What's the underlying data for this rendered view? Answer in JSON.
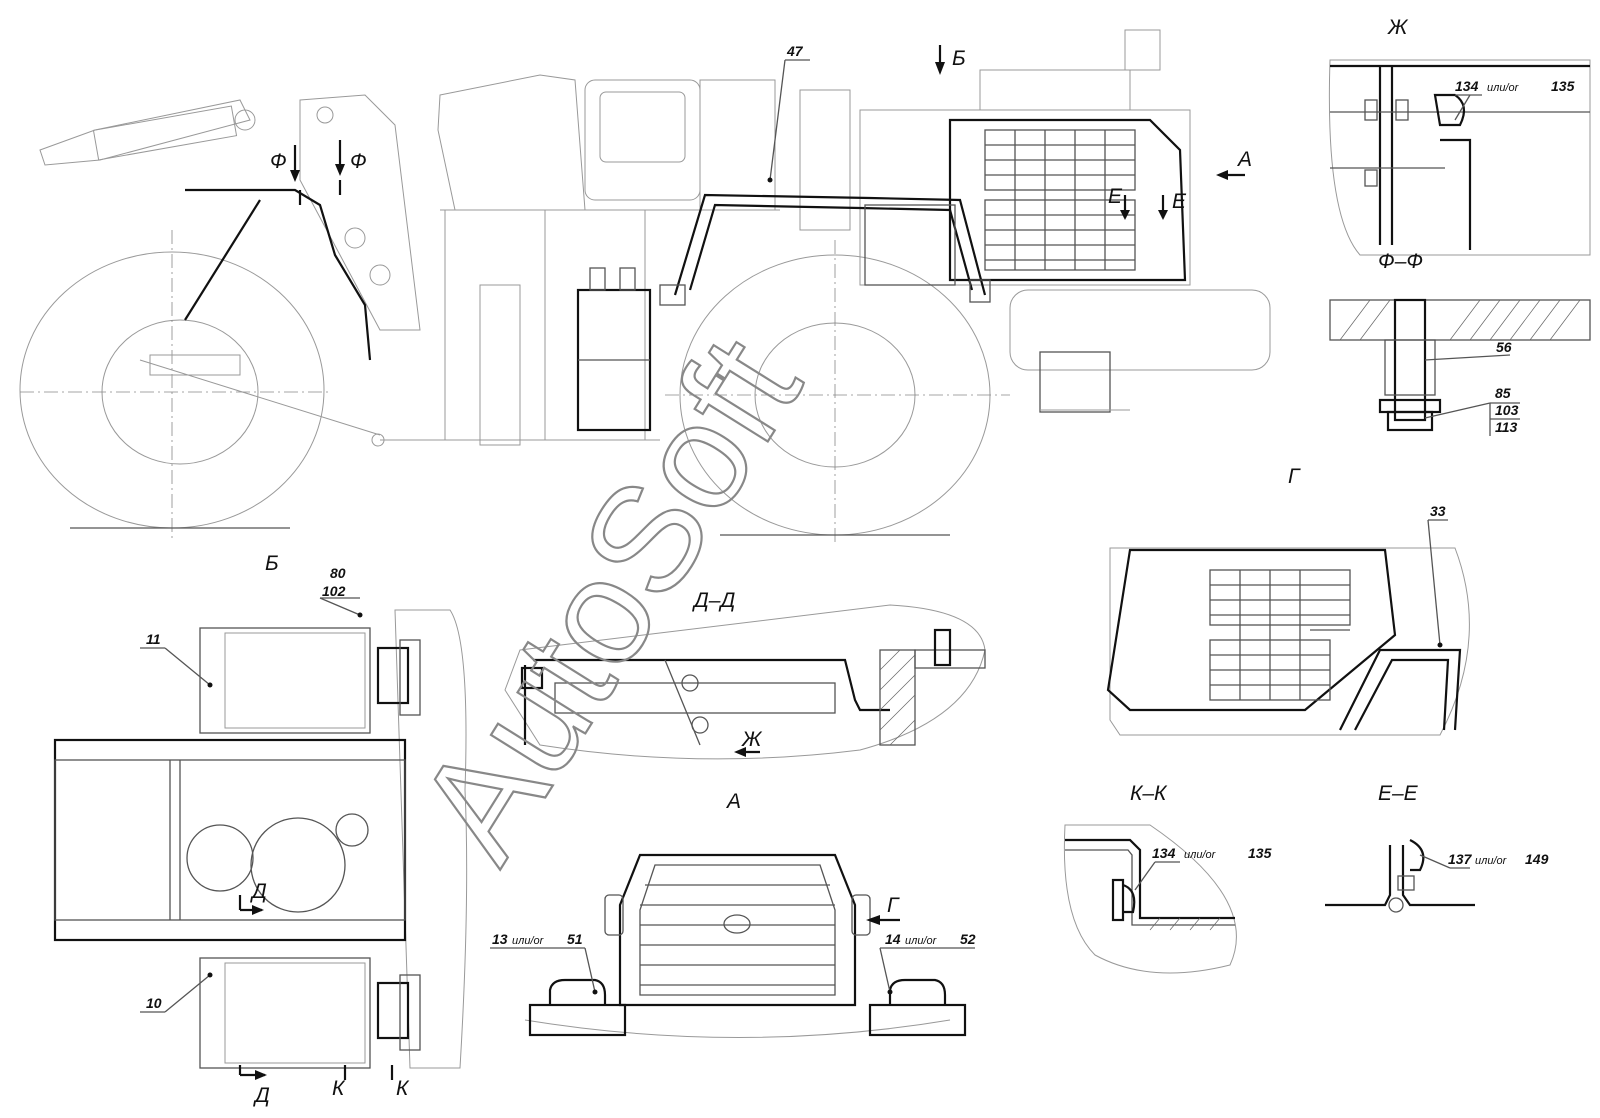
{
  "watermark": "AutoSoft",
  "views": {
    "zh": "Ж",
    "ff": "Ф–Ф",
    "b": "Б",
    "g": "Г",
    "dd": "Д–Д",
    "a": "А",
    "kk": "К–К",
    "ee": "Е–Е"
  },
  "markers": {
    "b": "Б",
    "f1": "Ф",
    "f2": "Ф",
    "a": "А",
    "e1": "Е",
    "e2": "Е",
    "d1": "Д",
    "d2": "Д",
    "k1": "К",
    "k2": "К",
    "zh": "Ж",
    "g": "Г"
  },
  "callouts": {
    "c47": "47",
    "c134a": "134",
    "c135a": "135",
    "c56": "56",
    "c85": "85",
    "c103": "103",
    "c113": "113",
    "c33": "33",
    "c80": "80",
    "c102": "102",
    "c11": "11",
    "c10": "10",
    "c13": "13",
    "c51": "51",
    "c14": "14",
    "c52": "52",
    "c134b": "134",
    "c135b": "135",
    "c137": "137",
    "c149": "149",
    "or": "или/or"
  }
}
